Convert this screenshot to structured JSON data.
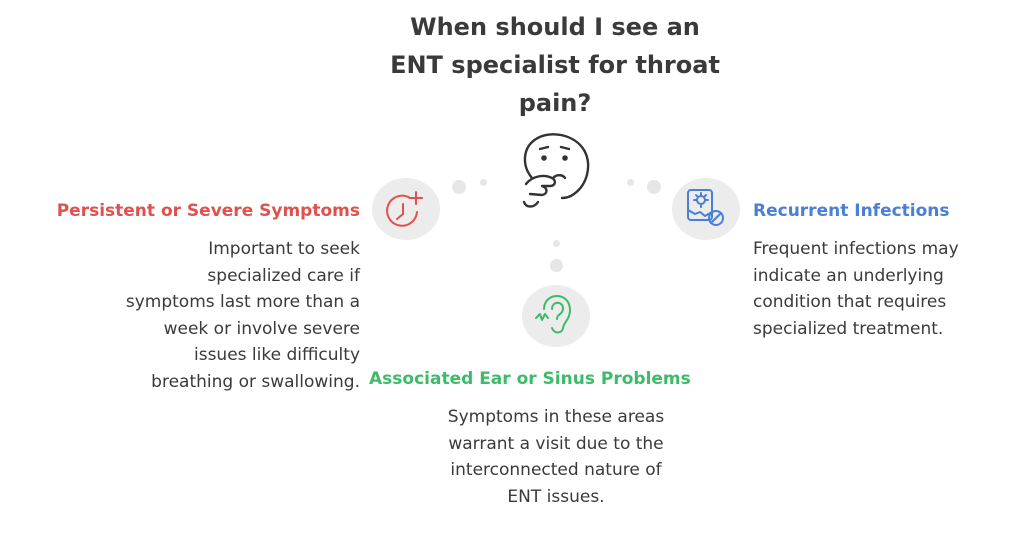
{
  "title": {
    "lines": [
      "When should I see an",
      "ENT specialist for throat",
      "pain?"
    ]
  },
  "center_icon": "thinking-face-icon",
  "items": [
    {
      "heading": "Persistent or Severe Symptoms",
      "color": "#e0514e",
      "icon": "clock-plus-icon",
      "lines": [
        "Important to seek",
        "specialized care if",
        "symptoms last more than a",
        "week or involve severe",
        "issues like difficulty",
        "breathing or swallowing."
      ]
    },
    {
      "heading": "Recurrent Infections",
      "color": "#4a7fd6",
      "icon": "virus-blocked-icon",
      "lines": [
        "Frequent infections may",
        "indicate an underlying",
        "condition that requires",
        "specialized treatment."
      ]
    },
    {
      "heading": "Associated Ear or Sinus Problems",
      "color": "#3dbb6a",
      "icon": "ear-icon",
      "lines": [
        "Symptoms in these areas",
        "warrant a visit due to the",
        "interconnected nature of",
        "ENT issues."
      ]
    }
  ]
}
